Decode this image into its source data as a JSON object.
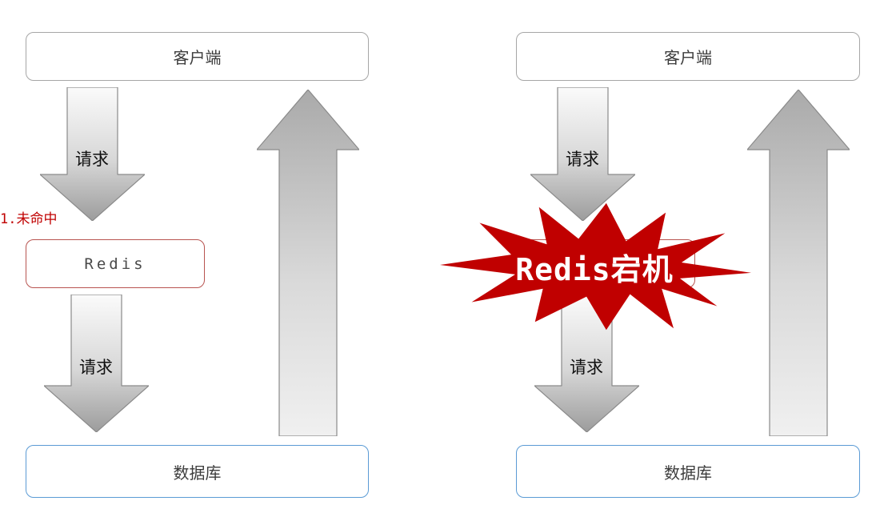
{
  "diagram": {
    "left": {
      "client": "客户端",
      "request1": "请求",
      "miss": "1.未命中",
      "redis": "Redis",
      "request2": "请求",
      "database": "数据库"
    },
    "right": {
      "client": "客户端",
      "request1": "请求",
      "crash": "Redis宕机",
      "request2": "请求",
      "database": "数据库"
    },
    "icons": {
      "down_arrow": "block-arrow-down",
      "up_arrow": "block-arrow-up",
      "explosion": "starburst"
    },
    "colors": {
      "client_border": "#a6a6a6",
      "redis_border": "#b85450",
      "database_border": "#5b9bd5",
      "arrow_fill_light": "#fbfbfb",
      "arrow_fill_dark": "#9c9c9c",
      "arrow_stroke": "#8a8a8a",
      "starburst_fill": "#c00000",
      "miss_text": "#c00000",
      "crash_text": "#ffffff"
    }
  }
}
